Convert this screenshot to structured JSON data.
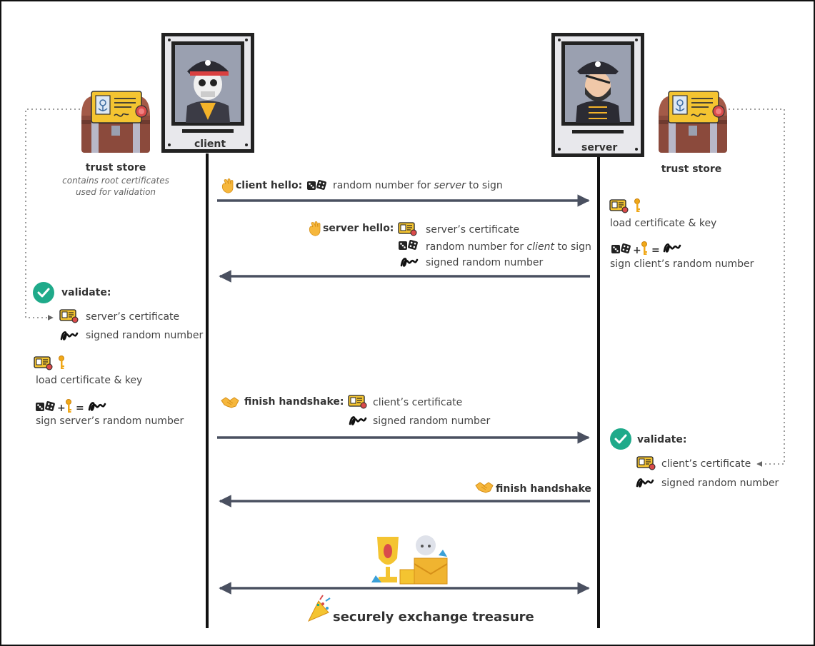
{
  "client": {
    "label": "client",
    "trust_store_title": "trust store",
    "trust_store_desc_line1": "contains root certificates",
    "trust_store_desc_line2": "used for validation",
    "validate_title": "validate:",
    "validate_items": [
      "server’s certificate",
      "signed random number"
    ],
    "load_cert_key": "load certificate & key",
    "sign_text": "sign server’s random number",
    "equation_plus": "+",
    "equation_equals": "="
  },
  "server": {
    "label": "server",
    "trust_store_title": "trust store",
    "load_cert_key": "load certificate & key",
    "sign_text": "sign client’s random number",
    "equation_plus": "+",
    "equation_equals": "=",
    "validate_title": "validate:",
    "validate_items": [
      "client’s certificate",
      "signed random number"
    ]
  },
  "messages": {
    "client_hello": {
      "title": "client hello:",
      "text_pre": "random number for",
      "text_em": "server",
      "text_post": "to sign"
    },
    "server_hello": {
      "title": "server hello:",
      "cert": "server’s certificate",
      "random_pre": "random number for",
      "random_em": "client",
      "random_post": "to sign",
      "signed": "signed random number"
    },
    "client_finish": {
      "title": "finish handshake:",
      "cert": "client’s certificate",
      "signed": "signed random number"
    },
    "server_finish": {
      "title": "finish handshake"
    },
    "exchange": {
      "title": "securely exchange treasure"
    }
  },
  "icons": [
    "pirate-client-icon",
    "pirate-server-icon",
    "treasure-chest-icon",
    "certificate-icon",
    "key-icon",
    "dice-icon",
    "signature-icon",
    "check-icon",
    "wave-hand-icon",
    "handshake-icon",
    "party-popper-icon",
    "treasure-icon"
  ],
  "colors": {
    "lifeline": "#111111",
    "arrow": "#4a5060",
    "check": "#1faa8a",
    "cert_yellow": "#f4c431",
    "chest_brown": "#8b4a3c",
    "key_gold": "#f0a818"
  }
}
